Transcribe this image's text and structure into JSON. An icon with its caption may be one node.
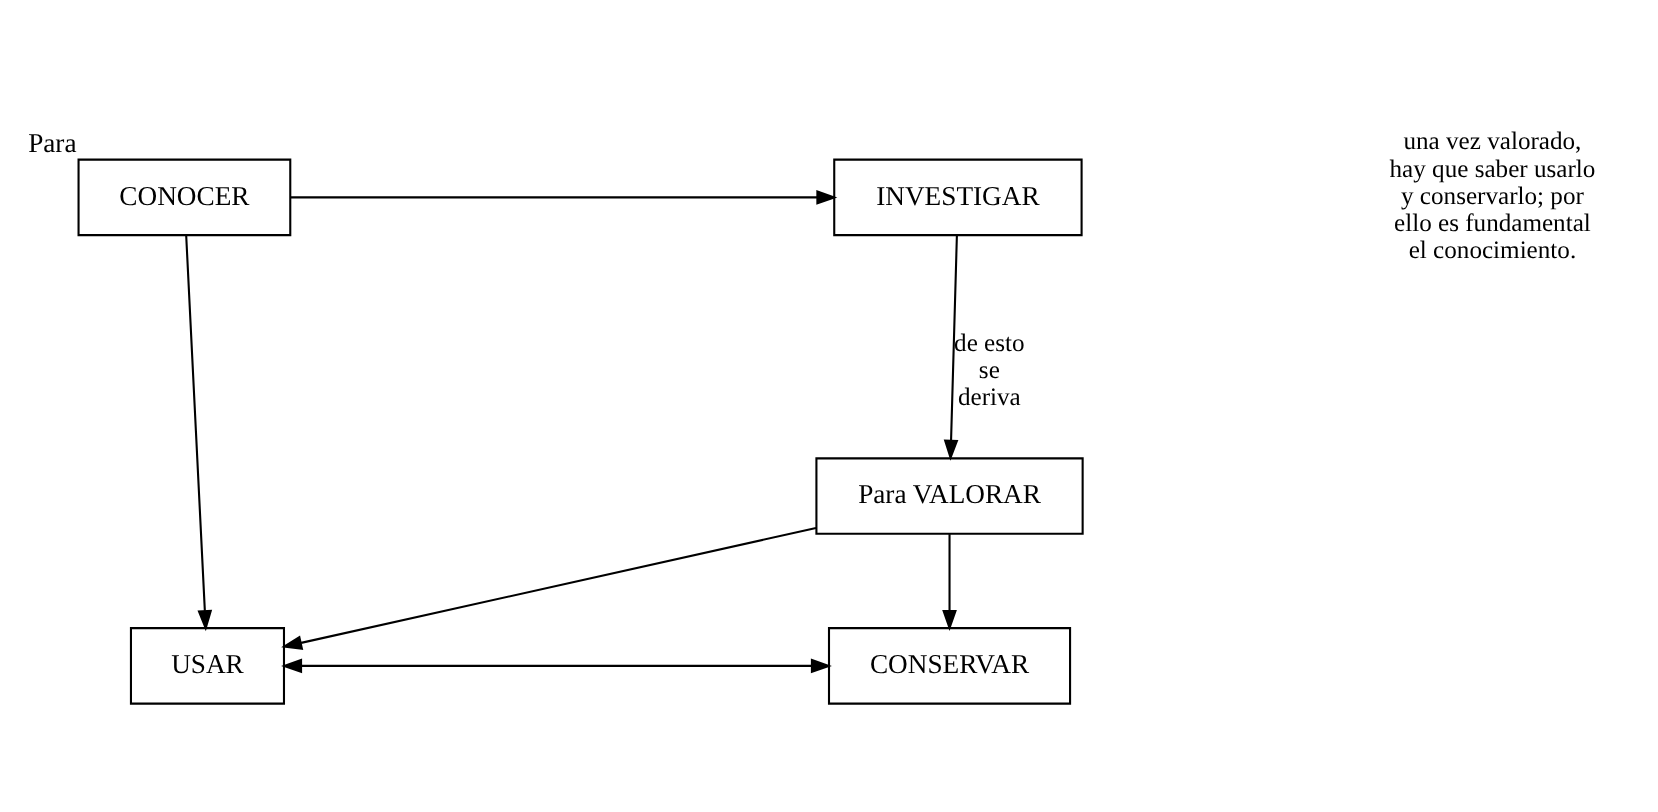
{
  "diagram": {
    "nodes": [
      {
        "text": [
          "CONOCER"
        ],
        "beside": [
          "Para"
        ]
      },
      {
        "text": [
          "INVESTIGAR"
        ]
      },
      {
        "text": [
          "Para VALORAR"
        ]
      },
      {
        "text": [
          "USAR"
        ]
      },
      {
        "text": [
          "CONSERVAR"
        ]
      }
    ],
    "edges": [
      {
        "from": 0,
        "to": 1,
        "arrow": "to"
      },
      {
        "from": 1,
        "to": 2,
        "arrow": "to",
        "label": "de esto se deriva"
      },
      {
        "from": 2,
        "to": 3,
        "arrow": "to"
      },
      {
        "from": 2,
        "to": 4,
        "arrow": "to"
      },
      {
        "from": 0,
        "to": 3,
        "arrow": "to"
      },
      {
        "from": 3,
        "to": 4,
        "arrow": "both"
      }
    ],
    "labels": [
      "una vez valorado, hay que saber usarlo y conservarlo; por ello es fundamental el conocimiento."
    ]
  }
}
